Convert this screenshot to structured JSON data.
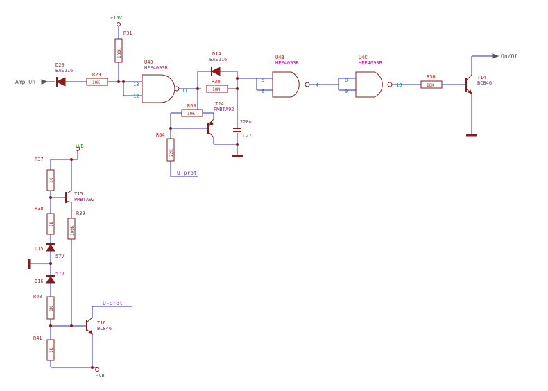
{
  "power": {
    "p15v": "+15V",
    "pvb": "+VB",
    "nvb": "-VB"
  },
  "ports": {
    "amp_on": "Amp_On",
    "on_off": "On/Of"
  },
  "nets": {
    "u_prot_top": "U-prot",
    "u_prot_bottom": "U-prot"
  },
  "components": {
    "D20": {
      "ref": "D20",
      "value": "BAS216"
    },
    "R29": {
      "ref": "R29",
      "value": "10K"
    },
    "R31": {
      "ref": "R31",
      "value": "100K"
    },
    "U4D": {
      "ref": "U4D",
      "value": "HEF4093B",
      "pins": [
        "13",
        "12",
        "11"
      ]
    },
    "D14": {
      "ref": "D14",
      "value": "BAS216"
    },
    "R30": {
      "ref": "R30",
      "value": "10M"
    },
    "R63": {
      "ref": "R63",
      "value": "10K"
    },
    "T24": {
      "ref": "T24",
      "value": "PMBTA92"
    },
    "R64": {
      "ref": "R64",
      "value": "22K"
    },
    "C27": {
      "ref": "C27",
      "value": "220n"
    },
    "U4B": {
      "ref": "U4B",
      "value": "HEF4093B",
      "pins": [
        "5",
        "6",
        "4"
      ]
    },
    "U4C": {
      "ref": "U4C",
      "value": "HEF4093B",
      "pins": [
        "8",
        "9",
        "10"
      ]
    },
    "R36": {
      "ref": "R36",
      "value": "10K"
    },
    "T14": {
      "ref": "T14",
      "value": "BC846"
    },
    "R37": {
      "ref": "R37",
      "value": "1K"
    },
    "T15": {
      "ref": "T15",
      "value": "PMBTA92"
    },
    "R38": {
      "ref": "R38",
      "value": "1K"
    },
    "R39": {
      "ref": "R39",
      "value": "100K"
    },
    "D15": {
      "ref": "D15",
      "value": "57V"
    },
    "D16": {
      "ref": "D16",
      "value": "57V"
    },
    "R40": {
      "ref": "R40",
      "value": "1K"
    },
    "T16": {
      "ref": "T16",
      "value": "BC846"
    },
    "R41": {
      "ref": "R41",
      "value": "1K"
    }
  }
}
